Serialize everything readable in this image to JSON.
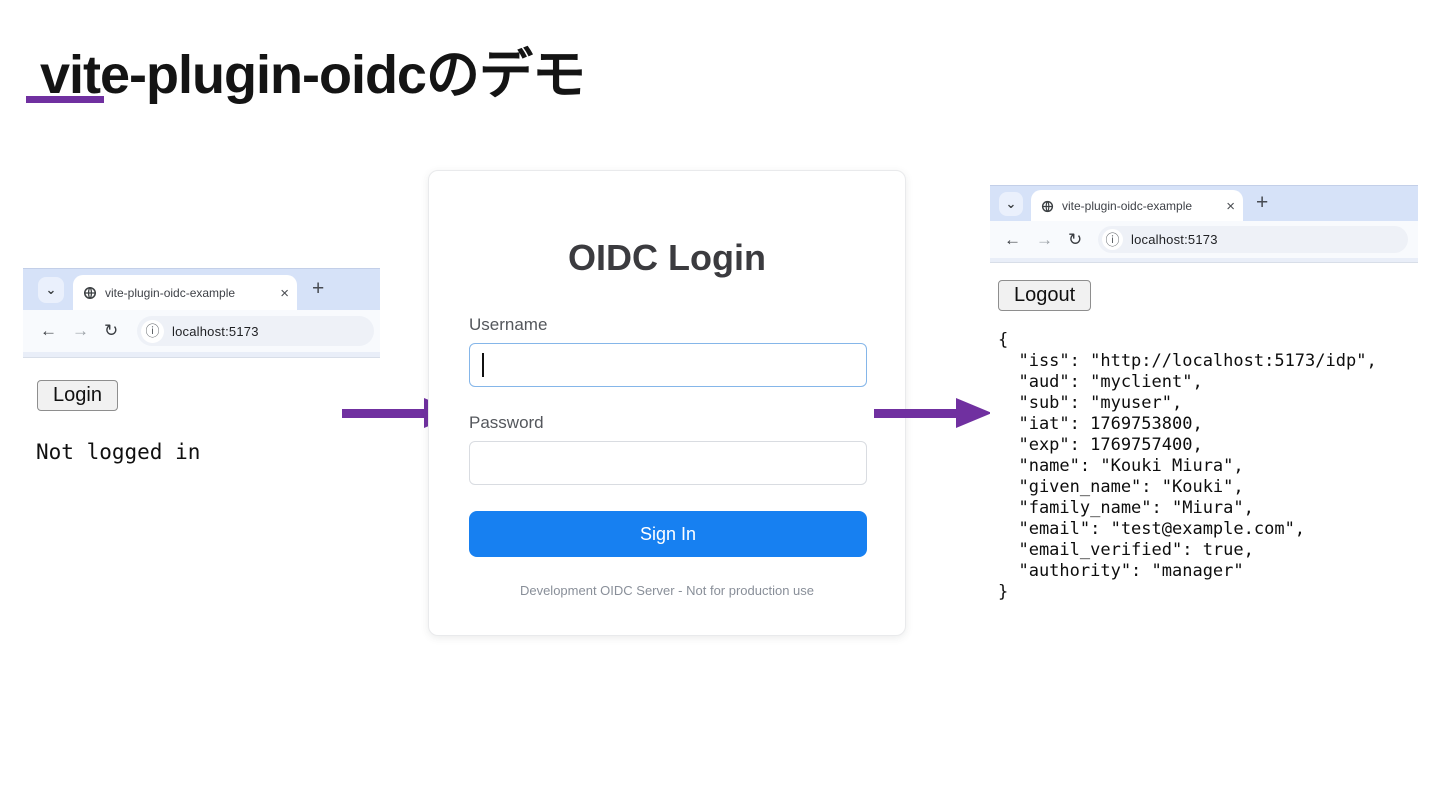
{
  "slide": {
    "title": "vite-plugin-oidcのデモ",
    "accent_color": "#7030A0"
  },
  "icons": {
    "tab_chevron": "⌄",
    "tab_close": "×",
    "new_tab": "+",
    "back": "←",
    "forward": "→",
    "reload": "↻",
    "site_info": "ⓘ"
  },
  "browser_left": {
    "tab_title": "vite-plugin-oidc-example",
    "url": "localhost:5173",
    "content": {
      "login_button_label": "Login",
      "status_text": "Not logged in"
    }
  },
  "login_card": {
    "title": "OIDC Login",
    "username_label": "Username",
    "username_value": "",
    "password_label": "Password",
    "password_value": "",
    "submit_label": "Sign In",
    "footer_note": "Development OIDC Server - Not for production use",
    "primary_color": "#1780f1"
  },
  "browser_right": {
    "tab_title": "vite-plugin-oidc-example",
    "url": "localhost:5173",
    "content": {
      "logout_button_label": "Logout",
      "claims": {
        "iss": "http://localhost:5173/idp",
        "aud": "myclient",
        "sub": "myuser",
        "iat": 1769753800,
        "exp": 1769757400,
        "name": "Kouki Miura",
        "given_name": "Kouki",
        "family_name": "Miura",
        "email": "test@example.com",
        "email_verified": true,
        "authority": "manager"
      },
      "claims_pretty": "{\n  \"iss\": \"http://localhost:5173/idp\",\n  \"aud\": \"myclient\",\n  \"sub\": \"myuser\",\n  \"iat\": 1769753800,\n  \"exp\": 1769757400,\n  \"name\": \"Kouki Miura\",\n  \"given_name\": \"Kouki\",\n  \"family_name\": \"Miura\",\n  \"email\": \"test@example.com\",\n  \"email_verified\": true,\n  \"authority\": \"manager\"\n}"
    }
  }
}
